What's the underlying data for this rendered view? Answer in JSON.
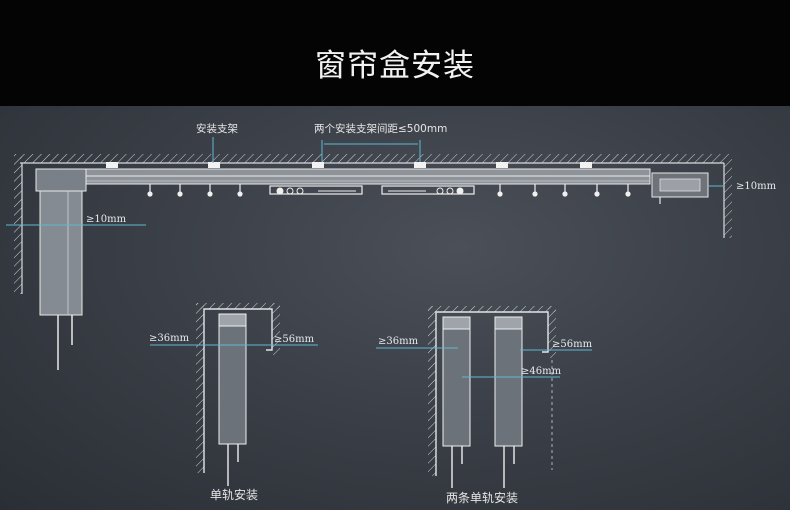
{
  "title": "窗帘盒安装",
  "labels": {
    "bracket": "安装支架",
    "bracket_spacing": "两个安装支架间距≤500mm",
    "motor_gap": "≥10mm",
    "end_gap": "≥10mm",
    "single_left": "≥36mm",
    "single_right": "≥56mm",
    "double_left": "≥36mm",
    "double_right": "≥56mm",
    "double_between": "≥46mm",
    "single_caption": "单轨安装",
    "double_caption": "两条单轨安装"
  }
}
